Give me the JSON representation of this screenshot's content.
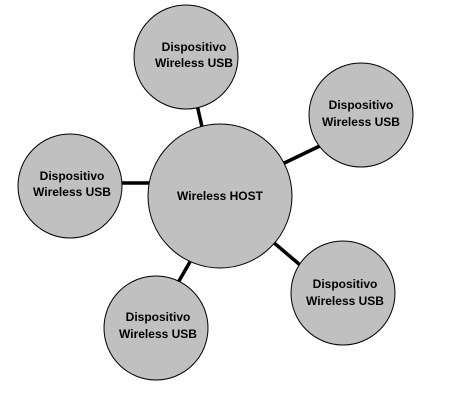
{
  "colors": {
    "node_fill": "#c0c0c0",
    "outline": "#000000",
    "background": "#ffffff"
  },
  "host": {
    "label": "Wireless HOST"
  },
  "devices": [
    {
      "line1": "Dispositivo",
      "line2": "Wireless USB"
    },
    {
      "line1": "Dispositivo",
      "line2": "Wireless USB"
    },
    {
      "line1": "Dispositivo",
      "line2": "Wireless USB"
    },
    {
      "line1": "Dispositivo",
      "line2": "Wireless USB"
    },
    {
      "line1": "Dispositivo",
      "line2": "Wireless USB"
    }
  ]
}
